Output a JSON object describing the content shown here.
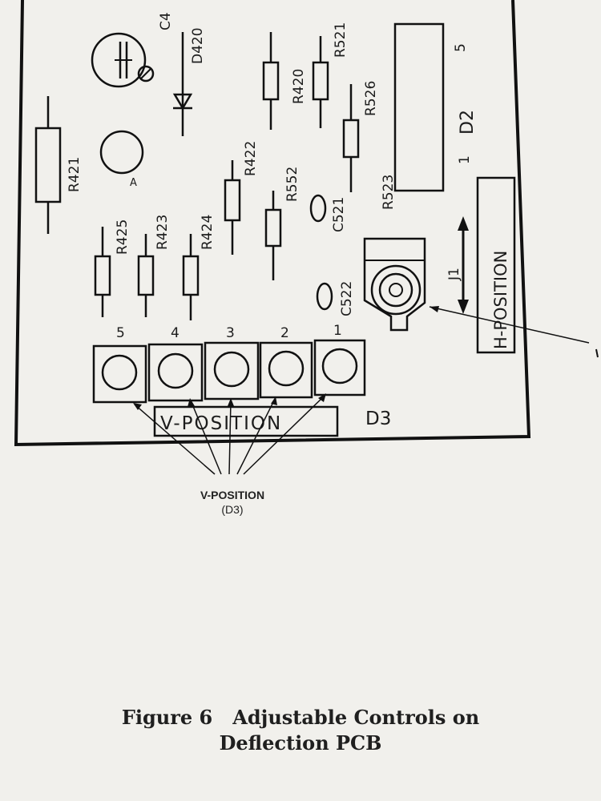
{
  "components": {
    "c4": "C4",
    "d420": "D420",
    "r421": "R421",
    "a": "A",
    "r425": "R425",
    "r423": "R423",
    "r424": "R424",
    "r422": "R422",
    "r552": "R552",
    "r420": "R420",
    "r521": "R521",
    "r526": "R526",
    "c521": "C521",
    "c522": "C522",
    "r523": "R523",
    "j1": "J1",
    "d2": "D2",
    "d2_pin1": "1",
    "d2_pin5": "5",
    "d3": "D3"
  },
  "v_position": {
    "panel_label": "V-POSITION",
    "pins": [
      "5",
      "4",
      "3",
      "2",
      "1"
    ]
  },
  "h_position": {
    "panel_label": "H-POSITION"
  },
  "callout": {
    "line1": "V-POSITION",
    "line2": "(D3)"
  },
  "caption": {
    "line1": "Figure 6   Adjustable Controls on",
    "line2": "Deflection PCB"
  }
}
